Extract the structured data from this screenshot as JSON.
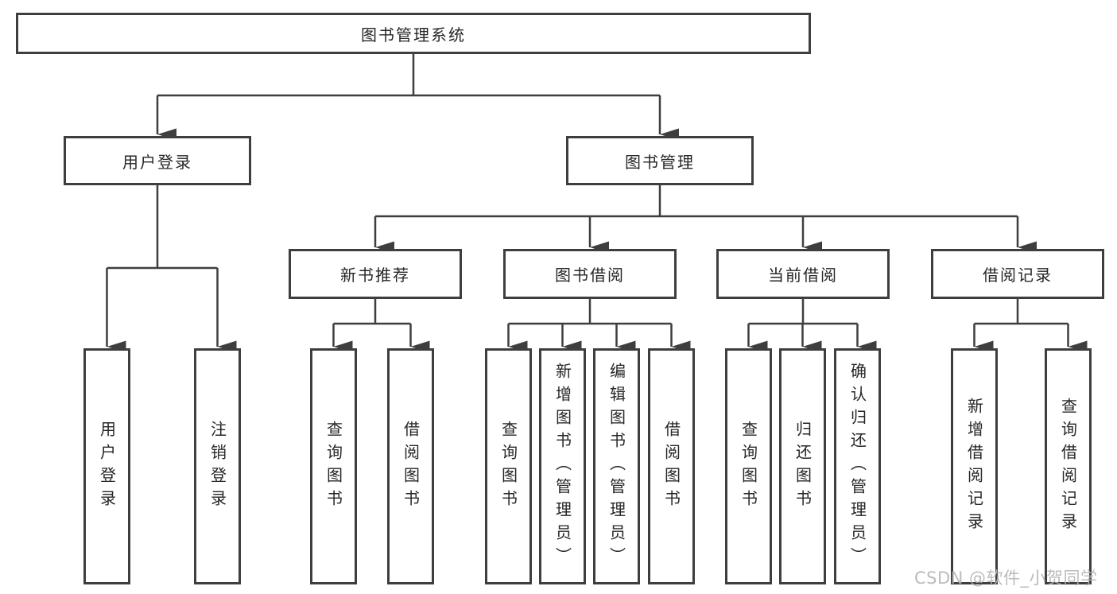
{
  "diagram": {
    "root": {
      "label": "图书管理系统"
    },
    "level2": [
      {
        "label": "用户登录"
      },
      {
        "label": "图书管理"
      }
    ],
    "level3": [
      {
        "label": "新书推荐"
      },
      {
        "label": "图书借阅"
      },
      {
        "label": "当前借阅"
      },
      {
        "label": "借阅记录"
      }
    ],
    "leaves": [
      {
        "label": "用户登录"
      },
      {
        "label": "注销登录"
      },
      {
        "label": "查询图书"
      },
      {
        "label": "借阅图书"
      },
      {
        "label": "查询图书"
      },
      {
        "label": "新增图书（管理员）"
      },
      {
        "label": "编辑图书（管理员）"
      },
      {
        "label": "借阅图书"
      },
      {
        "label": "查询图书"
      },
      {
        "label": "归还图书"
      },
      {
        "label": "确认归还（管理员）"
      },
      {
        "label": "新增借阅记录"
      },
      {
        "label": "查询借阅记录"
      }
    ]
  },
  "watermark": {
    "text": "CSDN @软件_小贺同学"
  },
  "colors": {
    "line": "#3e3e3e",
    "border": "#3e3e3e",
    "text": "#262626",
    "watermark": "#b4b4b4",
    "background": "#ffffff"
  }
}
